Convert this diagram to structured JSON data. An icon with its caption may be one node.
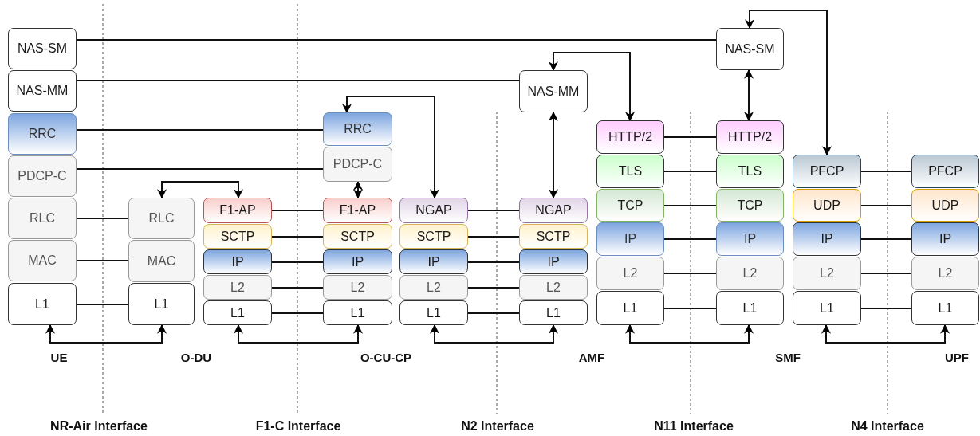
{
  "diagram": {
    "nodes": [
      {
        "text": [
          "NAS-SM"
        ]
      },
      {
        "text": [
          "NAS-MM"
        ]
      },
      {
        "text": [
          "RRC"
        ]
      },
      {
        "text": [
          "PDCP-C"
        ]
      },
      {
        "text": [
          "RLC"
        ]
      },
      {
        "text": [
          "MAC"
        ]
      },
      {
        "text": [
          "L1"
        ]
      },
      {
        "text": [
          "RLC"
        ]
      },
      {
        "text": [
          "MAC"
        ]
      },
      {
        "text": [
          "L1"
        ]
      },
      {
        "text": [
          "F1-AP"
        ]
      },
      {
        "text": [
          "SCTP"
        ]
      },
      {
        "text": [
          "IP"
        ]
      },
      {
        "text": [
          "L2"
        ]
      },
      {
        "text": [
          "L1"
        ]
      },
      {
        "text": [
          "RRC"
        ]
      },
      {
        "text": [
          "PDCP-C"
        ]
      },
      {
        "text": [
          "F1-AP"
        ]
      },
      {
        "text": [
          "SCTP"
        ]
      },
      {
        "text": [
          "IP"
        ]
      },
      {
        "text": [
          "L2"
        ]
      },
      {
        "text": [
          "L1"
        ]
      },
      {
        "text": [
          "NGAP"
        ]
      },
      {
        "text": [
          "SCTP"
        ]
      },
      {
        "text": [
          "IP"
        ]
      },
      {
        "text": [
          "L2"
        ]
      },
      {
        "text": [
          "L1"
        ]
      },
      {
        "text": [
          "NAS-MM"
        ]
      },
      {
        "text": [
          "NGAP"
        ]
      },
      {
        "text": [
          "SCTP"
        ]
      },
      {
        "text": [
          "IP"
        ]
      },
      {
        "text": [
          "L2"
        ]
      },
      {
        "text": [
          "L1"
        ]
      },
      {
        "text": [
          "HTTP/2"
        ]
      },
      {
        "text": [
          "TLS"
        ]
      },
      {
        "text": [
          "TCP"
        ]
      },
      {
        "text": [
          "IP"
        ]
      },
      {
        "text": [
          "L2"
        ]
      },
      {
        "text": [
          "L1"
        ]
      },
      {
        "text": [
          "NAS-SM"
        ]
      },
      {
        "text": [
          "HTTP/2"
        ]
      },
      {
        "text": [
          "TLS"
        ]
      },
      {
        "text": [
          "TCP"
        ]
      },
      {
        "text": [
          "IP"
        ]
      },
      {
        "text": [
          "L2"
        ]
      },
      {
        "text": [
          "L1"
        ]
      },
      {
        "text": [
          "PFCP"
        ]
      },
      {
        "text": [
          "UDP"
        ]
      },
      {
        "text": [
          "IP"
        ]
      },
      {
        "text": [
          "L2"
        ]
      },
      {
        "text": [
          "L1"
        ]
      },
      {
        "text": [
          "PFCP"
        ]
      },
      {
        "text": [
          "UDP"
        ]
      },
      {
        "text": [
          "IP"
        ]
      },
      {
        "text": [
          "L2"
        ]
      },
      {
        "text": [
          "L1"
        ]
      }
    ],
    "edges": [
      {
        "from": 0,
        "to": 39,
        "arrow": "none"
      },
      {
        "from": 1,
        "to": 27,
        "arrow": "none"
      },
      {
        "from": 2,
        "to": 15,
        "arrow": "none"
      },
      {
        "from": 3,
        "to": 16,
        "arrow": "none"
      },
      {
        "from": 4,
        "to": 7,
        "arrow": "none"
      },
      {
        "from": 5,
        "to": 8,
        "arrow": "none"
      },
      {
        "from": 6,
        "to": 9,
        "arrow": "none"
      },
      {
        "from": 10,
        "to": 17,
        "arrow": "none"
      },
      {
        "from": 11,
        "to": 18,
        "arrow": "none"
      },
      {
        "from": 12,
        "to": 19,
        "arrow": "none"
      },
      {
        "from": 13,
        "to": 20,
        "arrow": "none"
      },
      {
        "from": 14,
        "to": 21,
        "arrow": "none"
      },
      {
        "from": 22,
        "to": 28,
        "arrow": "none"
      },
      {
        "from": 23,
        "to": 29,
        "arrow": "none"
      },
      {
        "from": 24,
        "to": 30,
        "arrow": "none"
      },
      {
        "from": 25,
        "to": 31,
        "arrow": "none"
      },
      {
        "from": 26,
        "to": 32,
        "arrow": "none"
      },
      {
        "from": 33,
        "to": 40,
        "arrow": "none"
      },
      {
        "from": 34,
        "to": 41,
        "arrow": "none"
      },
      {
        "from": 35,
        "to": 42,
        "arrow": "none"
      },
      {
        "from": 36,
        "to": 43,
        "arrow": "none"
      },
      {
        "from": 37,
        "to": 44,
        "arrow": "none"
      },
      {
        "from": 38,
        "to": 45,
        "arrow": "none"
      },
      {
        "from": 46,
        "to": 51,
        "arrow": "none"
      },
      {
        "from": 47,
        "to": 52,
        "arrow": "none"
      },
      {
        "from": 48,
        "to": 53,
        "arrow": "none"
      },
      {
        "from": 49,
        "to": 54,
        "arrow": "none"
      },
      {
        "from": 50,
        "to": 55,
        "arrow": "none"
      },
      {
        "from": 7,
        "to": 10,
        "arrow": "both"
      },
      {
        "from": 16,
        "to": 17,
        "arrow": "both"
      },
      {
        "from": 15,
        "to": 22,
        "arrow": "both"
      },
      {
        "from": 27,
        "to": 28,
        "arrow": "both"
      },
      {
        "from": 27,
        "to": 33,
        "arrow": "both"
      },
      {
        "from": 39,
        "to": 40,
        "arrow": "both"
      },
      {
        "from": 39,
        "to": 46,
        "arrow": "both"
      },
      {
        "from": 6,
        "to": 9,
        "arrow": "both"
      },
      {
        "from": 14,
        "to": 21,
        "arrow": "both"
      },
      {
        "from": 26,
        "to": 32,
        "arrow": "both"
      },
      {
        "from": 38,
        "to": 45,
        "arrow": "both"
      },
      {
        "from": 50,
        "to": 55,
        "arrow": "both"
      }
    ],
    "labels": [
      "UE",
      "O-DU",
      "O-CU-CP",
      "AMF",
      "SMF",
      "UPF",
      "NR-Air Interface",
      "F1-C Interface",
      "N2 Interface",
      "N11 Interface",
      "N4 Interface"
    ]
  }
}
